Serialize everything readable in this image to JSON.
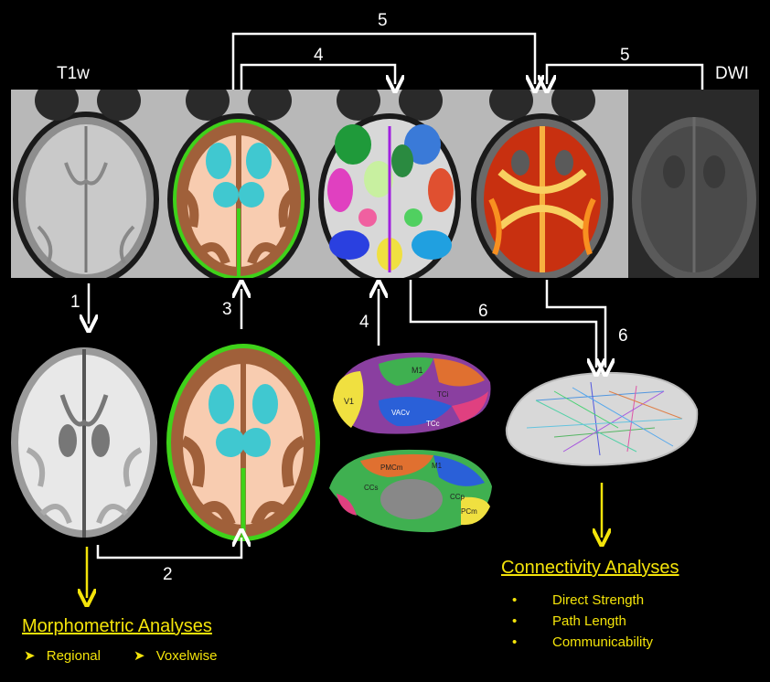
{
  "labels": {
    "t1w": "T1w",
    "dwi": "DWI"
  },
  "steps": {
    "s1": "1",
    "s2": "2",
    "s3": "3",
    "s4_top": "4",
    "s4_mid": "4",
    "s5_top": "5",
    "s5_right": "5",
    "s6_left": "6",
    "s6_right": "6"
  },
  "cortex_labels": [
    "V1",
    "M1",
    "VACv",
    "TCc",
    "TCi",
    "PMCm",
    "CCs",
    "M1",
    "CCp",
    "PCm"
  ],
  "morphometric": {
    "title": "Morphometric Analyses",
    "items": [
      "Regional",
      "Voxelwise"
    ]
  },
  "connectivity": {
    "title": "Connectivity Analyses",
    "items": [
      "Direct Strength",
      "Path Length",
      "Communicability"
    ]
  },
  "colors": {
    "arrow": "#ffffff",
    "analysis_arrow": "#f4e40a",
    "text_analysis": "#f4e40a",
    "gm": "#a0603a",
    "wm": "#f8ccb0",
    "csf_border": "#3fd21a",
    "subcortical": "#40c8d0"
  },
  "icons": [
    "right-arrowhead-icon",
    "bullet-icon",
    "brain-surface-icon",
    "connectome-icon"
  ]
}
